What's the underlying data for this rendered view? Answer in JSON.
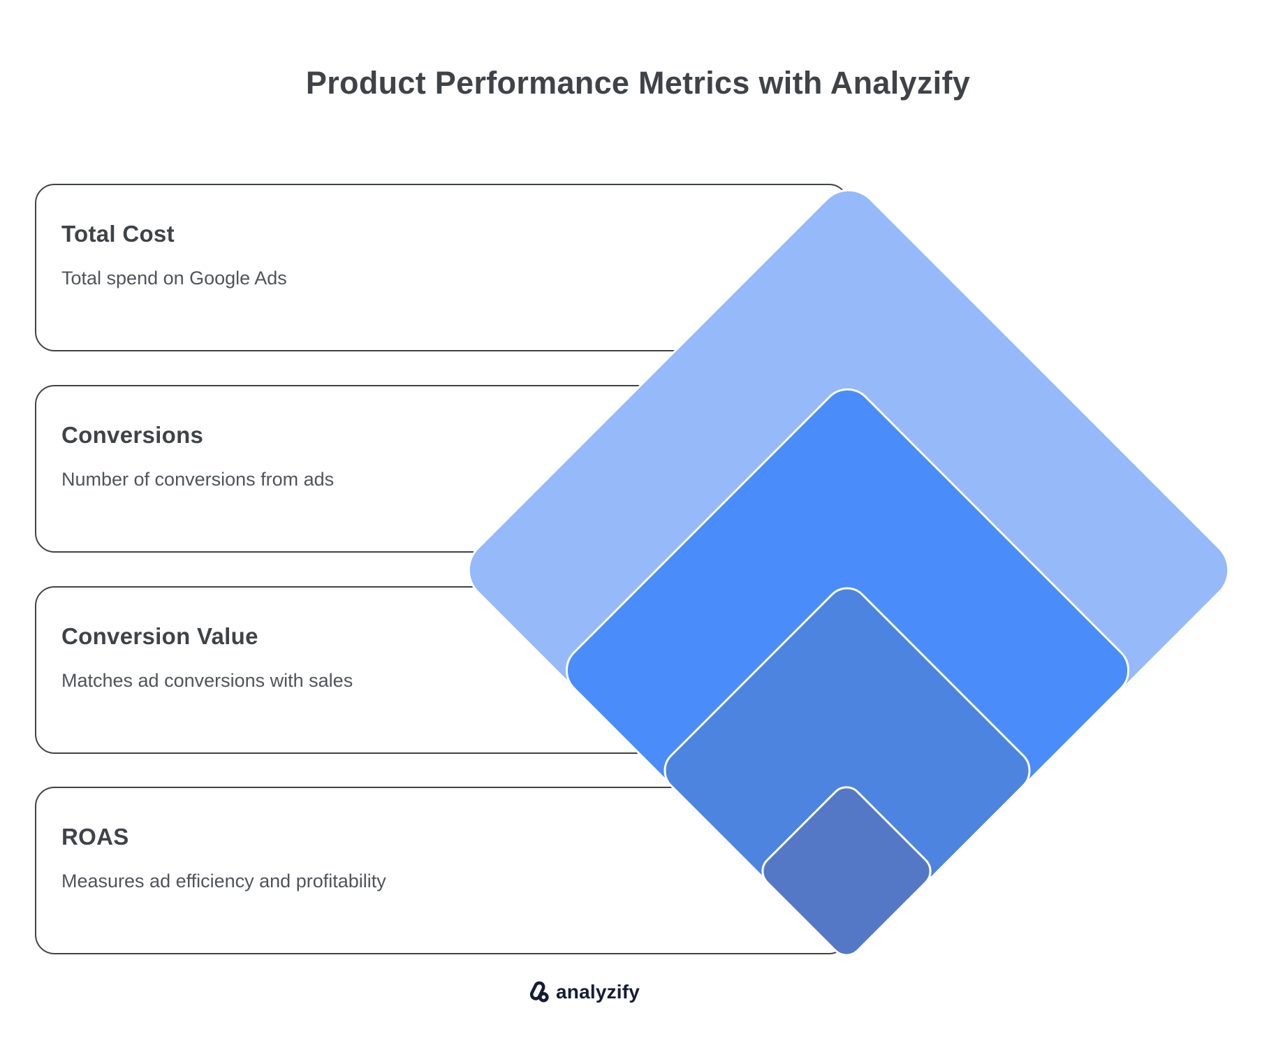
{
  "page": {
    "title": "Product Performance Metrics with Analyzify"
  },
  "cards": [
    {
      "title": "Total Cost",
      "description": "Total spend on Google Ads"
    },
    {
      "title": "Conversions",
      "description": "Number of conversions from ads"
    },
    {
      "title": "Conversion Value",
      "description": "Matches ad conversions with sales"
    },
    {
      "title": "ROAS",
      "description": "Measures ad efficiency and profitability"
    }
  ],
  "pyramid": {
    "layers": [
      {
        "name": "total-cost-layer",
        "color": "#96b9f9"
      },
      {
        "name": "conversions-layer",
        "color": "#4a8cfa"
      },
      {
        "name": "conversion-value-layer",
        "color": "#4c84e0"
      },
      {
        "name": "roas-layer",
        "color": "#5478c5"
      }
    ],
    "layer_border_color": "#ffffff"
  },
  "footer": {
    "brand": "analyzify",
    "brand_color": "#151c34"
  },
  "colors": {
    "background": "#ffffff",
    "card_border": "#3f4347",
    "heading_text": "#3f4347",
    "body_text": "#50545a"
  }
}
